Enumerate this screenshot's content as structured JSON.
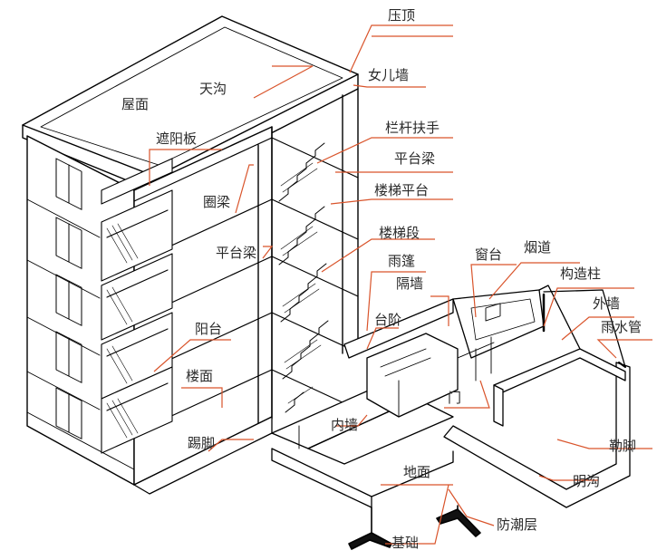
{
  "labels": {
    "roof_press": "压顶",
    "parapet": "女儿墙",
    "gutter": "天沟",
    "roof": "屋面",
    "railing": "栏杆扶手",
    "landing_beam_top": "平台梁",
    "sunshade": "遮阳板",
    "ring_beam": "圈梁",
    "stair_landing": "楼梯平台",
    "stair_flight": "楼梯段",
    "landing_beam_mid": "平台梁",
    "canopy": "雨篷",
    "window_sill": "窗台",
    "chimney": "烟道",
    "partition": "隔墙",
    "constructional_column": "构造柱",
    "outer_wall": "外墙",
    "steps": "台阶",
    "downpipe": "雨水管",
    "balcony": "阳台",
    "floor_slab": "楼面",
    "door": "门",
    "inner_wall": "内墙",
    "skirting": "踢脚",
    "plinth": "勒脚",
    "ground_floor": "地面",
    "open_ditch": "明沟",
    "dampproof": "防潮层",
    "foundation": "基础"
  },
  "colors": {
    "leader": "#d9542b",
    "text": "#2a2a2a",
    "drawing": "#000000"
  }
}
